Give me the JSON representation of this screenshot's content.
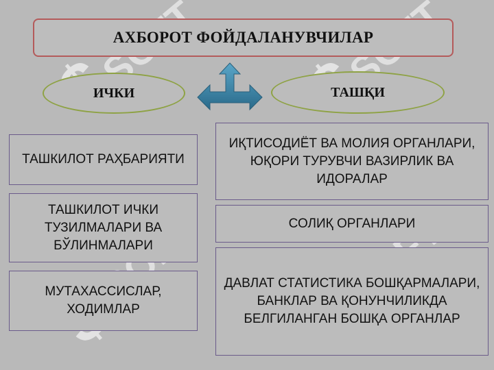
{
  "title": "АХБОРОТ ФОЙДАЛАНУВЧИЛАР",
  "watermark": "SOFT",
  "watermark_symbol": "$",
  "internal": {
    "label": "ИЧКИ",
    "items": [
      "ТАШКИЛОТ РАҲБАРИЯТИ",
      "ТАШКИЛОТ ИЧКИ ТУЗИЛМАЛАРИ ВА БЎЛИНМАЛАРИ",
      "МУТАХАССИСЛАР, ХОДИМЛАР"
    ]
  },
  "external": {
    "label": "ТАШҚИ",
    "items": [
      "ИҚТИСОДИЁТ ВА МОЛИЯ ОРГАНЛАРИ, ЮҚОРИ ТУРУВЧИ ВАЗИРЛИК ВА ИДОРАЛАР",
      "СОЛИҚ ОРГАНЛАРИ",
      "ДАВЛАТ СТАТИСТИКА БОШҚАРМАЛАРИ, БАНКЛАР ВА ҚОНУНЧИЛИКДА БЕЛГИЛАНГАН БОШҚА ОРГАНЛАР"
    ]
  },
  "colors": {
    "background": "#b9b9b9",
    "title_border": "#b45a5a",
    "ellipse_border": "#8ea244",
    "box_border": "#6a5a8a",
    "arrow": "#3b7fa0"
  },
  "icons": {
    "connector": "three-way-arrow-icon"
  }
}
